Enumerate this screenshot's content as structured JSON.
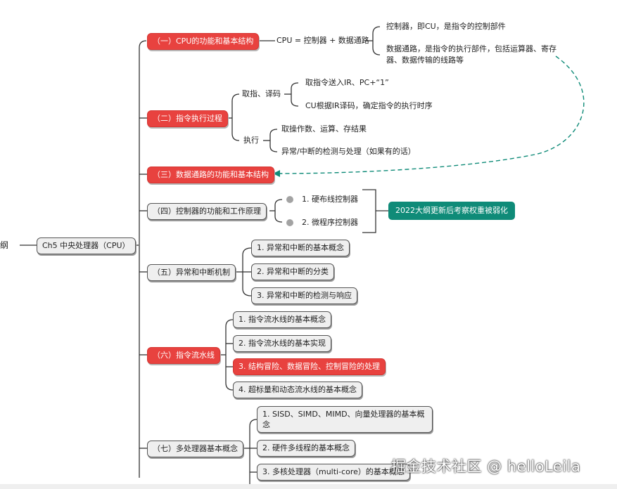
{
  "root": {
    "label": "纲"
  },
  "center": {
    "label": "Ch5 中央处理器（CPU）"
  },
  "sections": [
    {
      "label": "（一）CPU的功能和基本结构",
      "highlight": true
    },
    {
      "label": "（二）指令执行过程",
      "highlight": true
    },
    {
      "label": "（三）数据通路的功能和基本结构",
      "highlight": true
    },
    {
      "label": "（四）控制器的功能和工作原理",
      "highlight": false
    },
    {
      "label": "（五）异常和中断机制",
      "highlight": false
    },
    {
      "label": "（六）指令流水线",
      "highlight": true
    },
    {
      "label": "（七）多处理器基本概念",
      "highlight": false
    }
  ],
  "s1": {
    "formula": "CPU = 控制器 + 数据通路",
    "items": [
      "控制器，即CU，是指令的控制部件",
      "数据通路，是指令的执行部件，包括运算器、寄存器、数据传输的线路等"
    ]
  },
  "s2": {
    "fetch": "取指、译码",
    "fetch_items": [
      "取指令送入IR、PC+“1”",
      "CU根据IR译码，确定指令的执行时序"
    ],
    "exec": "执行",
    "exec_items": [
      "取操作数、运算、存结果",
      "异常/中断的检测与处理（如果有的话）"
    ]
  },
  "s4": {
    "items": [
      "1. 硬布线控制器",
      "2. 微程序控制器"
    ],
    "note": "2022大纲更新后考察权重被弱化"
  },
  "s5": {
    "items": [
      "1. 异常和中断的基本概念",
      "2. 异常和中断的分类",
      "3. 异常和中断的检测与响应"
    ]
  },
  "s6": {
    "items": [
      "1. 指令流水线的基本概念",
      "2. 指令流水线的基本实现",
      "3. 结构冒险、数据冒险、控制冒险的处理",
      "4. 超标量和动态流水线的基本概念"
    ],
    "highlight_index": 2
  },
  "s7": {
    "items": [
      "1. SISD、SIMD、MIMD、向量处理器的基本概念",
      "2. 硬件多线程的基本概念",
      "3. 多核处理器（multi-core）的基本概念"
    ]
  },
  "watermark": "掘金技术社区 @ helloLeila",
  "colors": {
    "red": "#e8423f",
    "teal": "#0f8b78",
    "connector": "#333333",
    "dashed": "#0f8b78"
  }
}
